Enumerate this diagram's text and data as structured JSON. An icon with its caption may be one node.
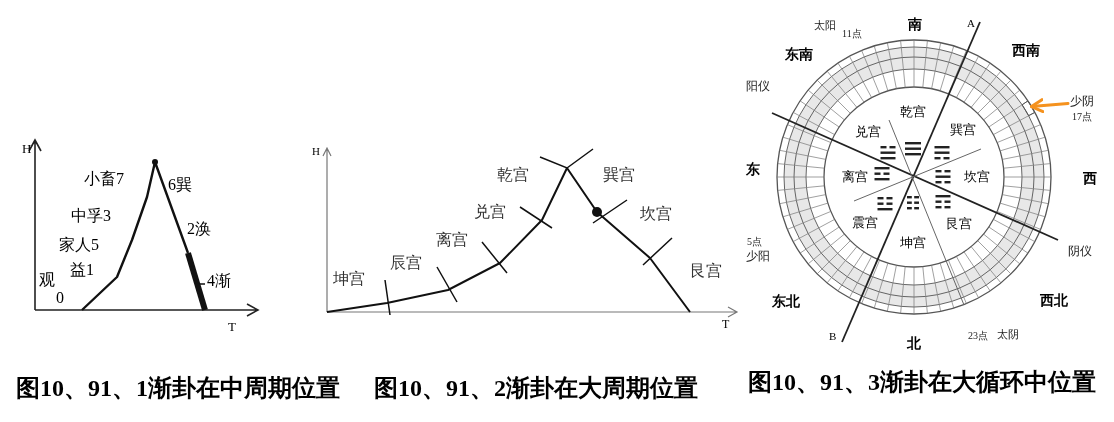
{
  "diagram": {
    "nodes": [
      {
        "text": [],
        "shape": "box"
      },
      {
        "text": [
          "少阴"
        ]
      }
    ],
    "edges": [
      {
        "from": 1,
        "to": 0,
        "arrow": "to",
        "color": "#f5921e"
      }
    ],
    "labels": [
      "H",
      "小畜7",
      "6巽",
      "中孚3",
      "2涣",
      "家人5",
      "观",
      "益1",
      "4渐",
      "0",
      "T",
      "H",
      "乾宫",
      "巽宫",
      "兑宫",
      "坎宫",
      "离宫",
      "辰宫",
      "艮宫",
      "坤宫",
      "T",
      "太阳",
      "11点",
      "南",
      "A",
      "东南",
      "西南",
      "阳仪",
      "乾宫",
      "17点",
      "兑宫",
      "巽宫",
      "东",
      "离宫",
      "坎宫",
      "西",
      "震宫",
      "艮宫",
      "5点",
      "少阳",
      "坤宫",
      "阴仪",
      "东北",
      "西北",
      "B",
      "北",
      "23点",
      "太阴",
      "图10、91、1渐卦在中周期位置",
      "图10、91、2渐卦在大周期位置",
      "图10、91、3渐卦在大循环中位置"
    ]
  }
}
